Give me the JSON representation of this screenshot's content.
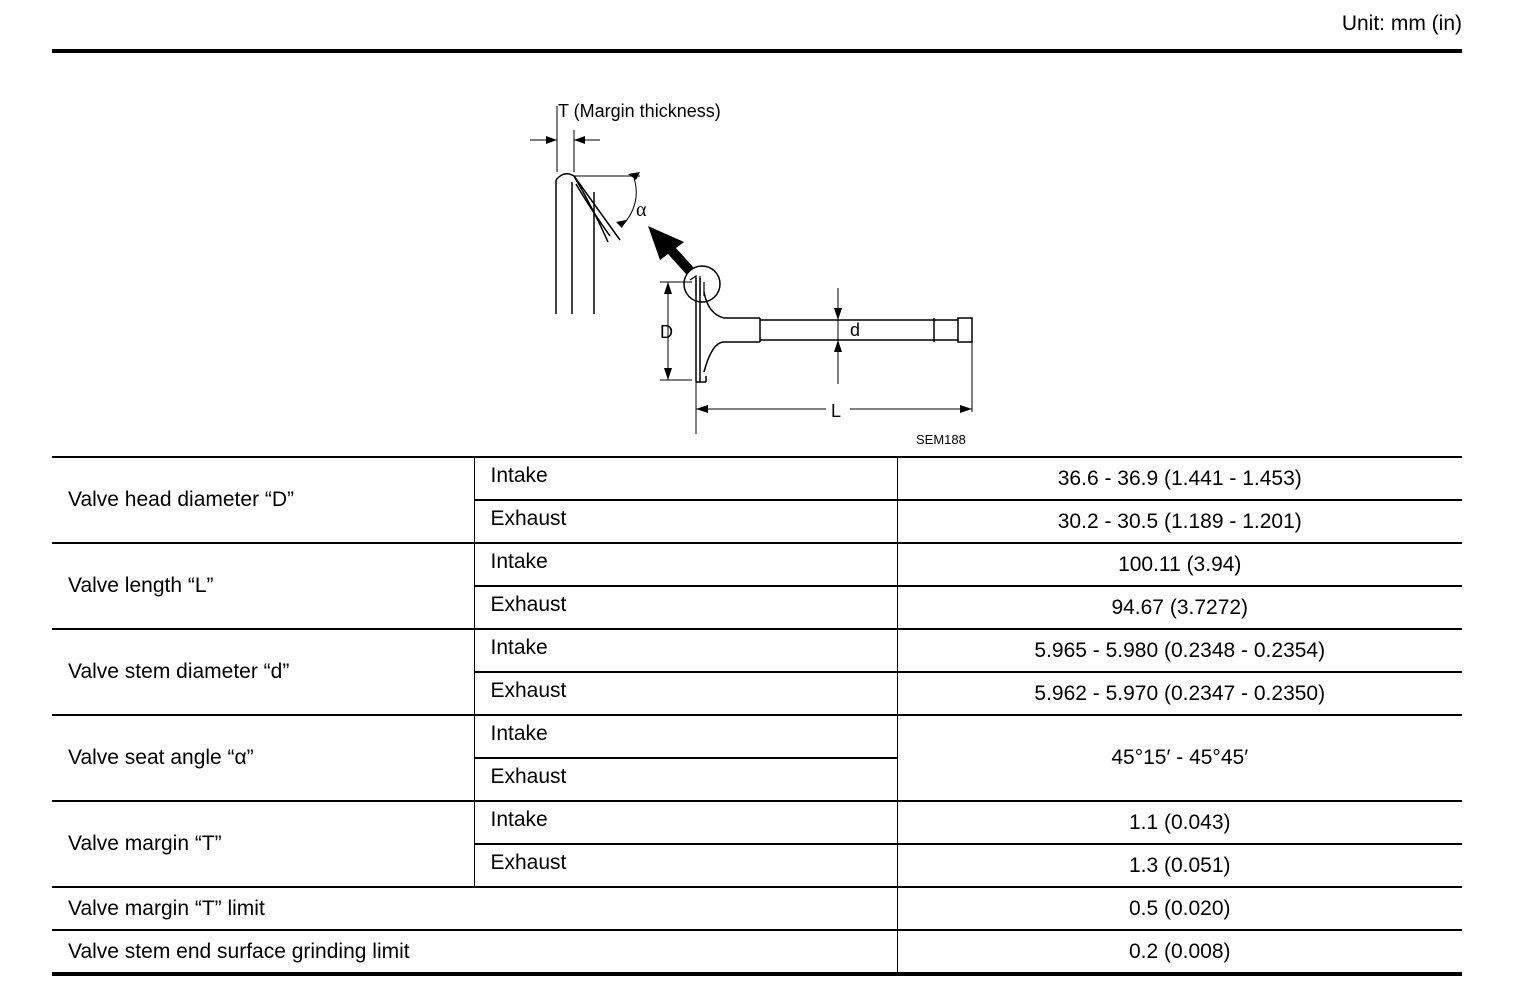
{
  "unit_label": "Unit: mm (in)",
  "figure": {
    "margin_label": "T (Margin thickness)",
    "alpha_label": "α",
    "D_label": "D",
    "d_label": "d",
    "L_label": "L",
    "code": "SEM188"
  },
  "rows": [
    {
      "item": "Valve head diameter “D”",
      "intake_label": "Intake",
      "intake_value": "36.6 - 36.9 (1.441 - 1.453)",
      "exhaust_label": "Exhaust",
      "exhaust_value": "30.2 - 30.5 (1.189 - 1.201)"
    },
    {
      "item": "Valve length “L”",
      "intake_label": "Intake",
      "intake_value": "100.11 (3.94)",
      "exhaust_label": "Exhaust",
      "exhaust_value": "94.67 (3.7272)"
    },
    {
      "item": "Valve stem diameter “d”",
      "intake_label": "Intake",
      "intake_value": "5.965 - 5.980 (0.2348 - 0.2354)",
      "exhaust_label": "Exhaust",
      "exhaust_value": "5.962 - 5.970 (0.2347 - 0.2350)"
    },
    {
      "item": "Valve seat angle “α”",
      "intake_label": "Intake",
      "exhaust_label": "Exhaust",
      "value": "45°15′ - 45°45′"
    },
    {
      "item": "Valve margin “T”",
      "intake_label": "Intake",
      "intake_value": "1.1 (0.043)",
      "exhaust_label": "Exhaust",
      "exhaust_value": "1.3 (0.051)"
    },
    {
      "item": "Valve margin “T” limit",
      "value": "0.5 (0.020)"
    },
    {
      "item": "Valve stem end surface grinding limit",
      "value": "0.2 (0.008)"
    }
  ]
}
